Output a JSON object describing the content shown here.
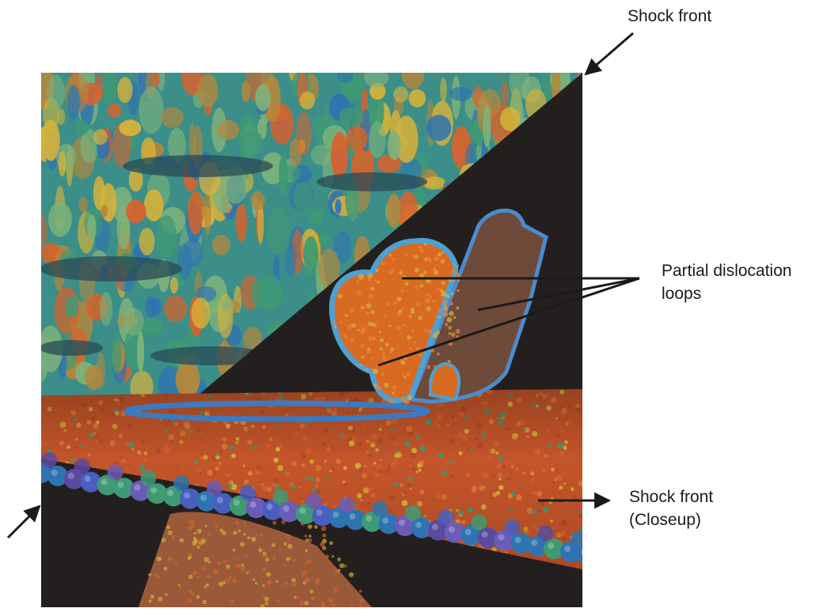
{
  "labels": {
    "shock_front_top": "Shock front",
    "partial_loops_line1": "Partial dislocation",
    "partial_loops_line2": "loops",
    "shock_front_closeup_line1": "Shock front",
    "shock_front_closeup_line2": "(Closeup)"
  },
  "colors": {
    "background": "#ffffff",
    "void": "#241f1f",
    "arrow": "#1a1a1a",
    "atom_orange": "#d9622b",
    "atom_yellow": "#d6b23a",
    "atom_green": "#3f9a73",
    "atom_blue": "#2e74b0",
    "atom_purple": "#5a4aa0"
  }
}
